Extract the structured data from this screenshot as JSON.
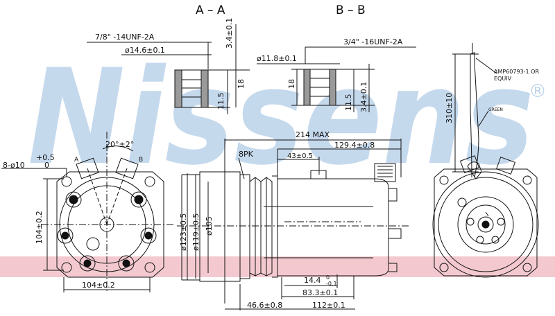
{
  "watermark": {
    "brand": "Nissens",
    "registered": "®",
    "colors": {
      "text": "#bcd3ea",
      "band": "#f3c9cf"
    }
  },
  "section_titles": {
    "aa": "A – A",
    "bb": "B – B"
  },
  "port_labels": {
    "a": "A",
    "b": "B"
  },
  "section_a": {
    "thread": "7/8\" -14UNF-2A",
    "dia": "ø14.6±0.1",
    "top_dim": "3.4±0.1",
    "height": "18",
    "depth": "11.5"
  },
  "section_b": {
    "thread": "3/4\" -16UNF-2A",
    "dia": "ø11.8±0.1",
    "height": "18",
    "depth": "11.5",
    "top_dim": "3.4±0.1"
  },
  "front_view": {
    "holes": "8-ø10",
    "holes_tol_upper": "+0.5",
    "holes_tol_lower": "0",
    "angle": "20°±2°",
    "height": "104±0.2",
    "width": "104±0.2"
  },
  "side_view": {
    "overall": "214 MAX",
    "pulley_type": "8PK",
    "length_1": "129.4±0.8",
    "length_2": "43±0.5",
    "dia_1": "ø123±0.5",
    "dia_2": "ø119±0.5",
    "dia_3": "ø105",
    "length_3": "14.4",
    "length_3_tol_upper": "0",
    "length_3_tol_lower": "-0.1",
    "length_4": "83.3±0.1",
    "length_5": "46.6±0.8",
    "length_6": "112±0.1"
  },
  "rear_view": {
    "connector": "AMP60793-1 OR",
    "connector_2": "EQUIV",
    "wire_color": "GREEN",
    "wire_length": "310±10"
  }
}
